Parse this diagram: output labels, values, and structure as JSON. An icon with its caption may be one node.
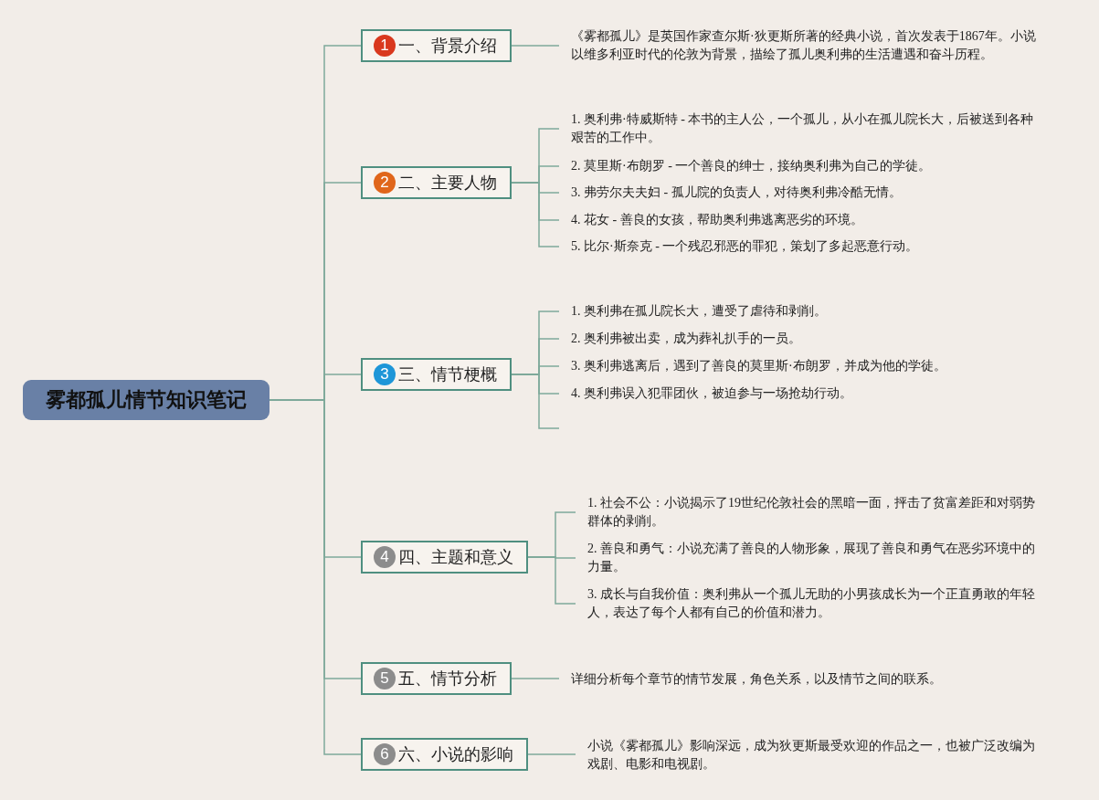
{
  "diagram": {
    "nodes": [
      {
        "text": [
          "雾都孤儿情节知识笔记"
        ]
      },
      {
        "text": [
          "1",
          "一、背景介绍"
        ]
      },
      {
        "text": [
          "《雾都孤儿》是英国作家查尔斯·狄更斯所著的经典小说，首次发表于1867年。小说以维多利亚时代的伦敦为背景，描绘了孤儿奥利弗的生活遭遇和奋斗历程。"
        ]
      },
      {
        "text": [
          "2",
          "二、主要人物"
        ]
      },
      {
        "text": [
          "1. 奥利弗·特威斯特 - 本书的主人公，一个孤儿，从小在孤儿院长大，后被送到各种艰苦的工作中。"
        ]
      },
      {
        "text": [
          "2. 莫里斯·布朗罗 - 一个善良的绅士，接纳奥利弗为自己的学徒。"
        ]
      },
      {
        "text": [
          "3. 弗劳尔夫夫妇 - 孤儿院的负责人，对待奥利弗冷酷无情。"
        ]
      },
      {
        "text": [
          "4. 花女 - 善良的女孩，帮助奥利弗逃离恶劣的环境。"
        ]
      },
      {
        "text": [
          "5. 比尔·斯奈克 - 一个残忍邪恶的罪犯，策划了多起恶意行动。"
        ]
      },
      {
        "text": [
          "3",
          "三、情节梗概"
        ]
      },
      {
        "text": [
          "1. 奥利弗在孤儿院长大，遭受了虐待和剥削。"
        ]
      },
      {
        "text": [
          "2. 奥利弗被出卖，成为葬礼扒手的一员。"
        ]
      },
      {
        "text": [
          "3. 奥利弗逃离后，遇到了善良的莫里斯·布朗罗，并成为他的学徒。"
        ]
      },
      {
        "text": [
          "4. 奥利弗误入犯罪团伙，被迫参与一场抢劫行动。"
        ]
      },
      {
        "text": [
          "4",
          "四、主题和意义"
        ]
      },
      {
        "text": [
          "1. 社会不公：小说揭示了19世纪伦敦社会的黑暗一面，抨击了贫富差距和对弱势群体的剥削。"
        ]
      },
      {
        "text": [
          "2. 善良和勇气：小说充满了善良的人物形象，展现了善良和勇气在恶劣环境中的力量。"
        ]
      },
      {
        "text": [
          "3. 成长与自我价值：奥利弗从一个孤儿无助的小男孩成长为一个正直勇敢的年轻人，表达了每个人都有自己的价值和潜力。"
        ]
      },
      {
        "text": [
          "5",
          "五、情节分析"
        ]
      },
      {
        "text": [
          "详细分析每个章节的情节发展，角色关系，以及情节之间的联系。"
        ]
      },
      {
        "text": [
          "6",
          "六、小说的影响"
        ]
      },
      {
        "text": [
          "小说《雾都孤儿》影响深远，成为狄更斯最受欢迎的作品之一，也被广泛改编为戏剧、电影和电视剧。"
        ]
      }
    ],
    "edges": [
      {
        "from": 0,
        "to": 1,
        "arrow": "none"
      },
      {
        "from": 0,
        "to": 3,
        "arrow": "none"
      },
      {
        "from": 0,
        "to": 9,
        "arrow": "none"
      },
      {
        "from": 0,
        "to": 14,
        "arrow": "none"
      },
      {
        "from": 0,
        "to": 18,
        "arrow": "none"
      },
      {
        "from": 0,
        "to": 20,
        "arrow": "none"
      },
      {
        "from": 1,
        "to": 2,
        "arrow": "none"
      },
      {
        "from": 3,
        "to": 4,
        "arrow": "none"
      },
      {
        "from": 3,
        "to": 5,
        "arrow": "none"
      },
      {
        "from": 3,
        "to": 6,
        "arrow": "none"
      },
      {
        "from": 3,
        "to": 7,
        "arrow": "none"
      },
      {
        "from": 3,
        "to": 8,
        "arrow": "none"
      },
      {
        "from": 9,
        "to": 10,
        "arrow": "none"
      },
      {
        "from": 9,
        "to": 11,
        "arrow": "none"
      },
      {
        "from": 9,
        "to": 12,
        "arrow": "none"
      },
      {
        "from": 9,
        "to": 13,
        "arrow": "none"
      },
      {
        "from": 9,
        "to": null,
        "arrow": "none"
      },
      {
        "from": 14,
        "to": 15,
        "arrow": "none"
      },
      {
        "from": 14,
        "to": 16,
        "arrow": "none"
      },
      {
        "from": 14,
        "to": 17,
        "arrow": "none"
      },
      {
        "from": 18,
        "to": 19,
        "arrow": "none"
      },
      {
        "from": 20,
        "to": 21,
        "arrow": "none"
      }
    ]
  }
}
